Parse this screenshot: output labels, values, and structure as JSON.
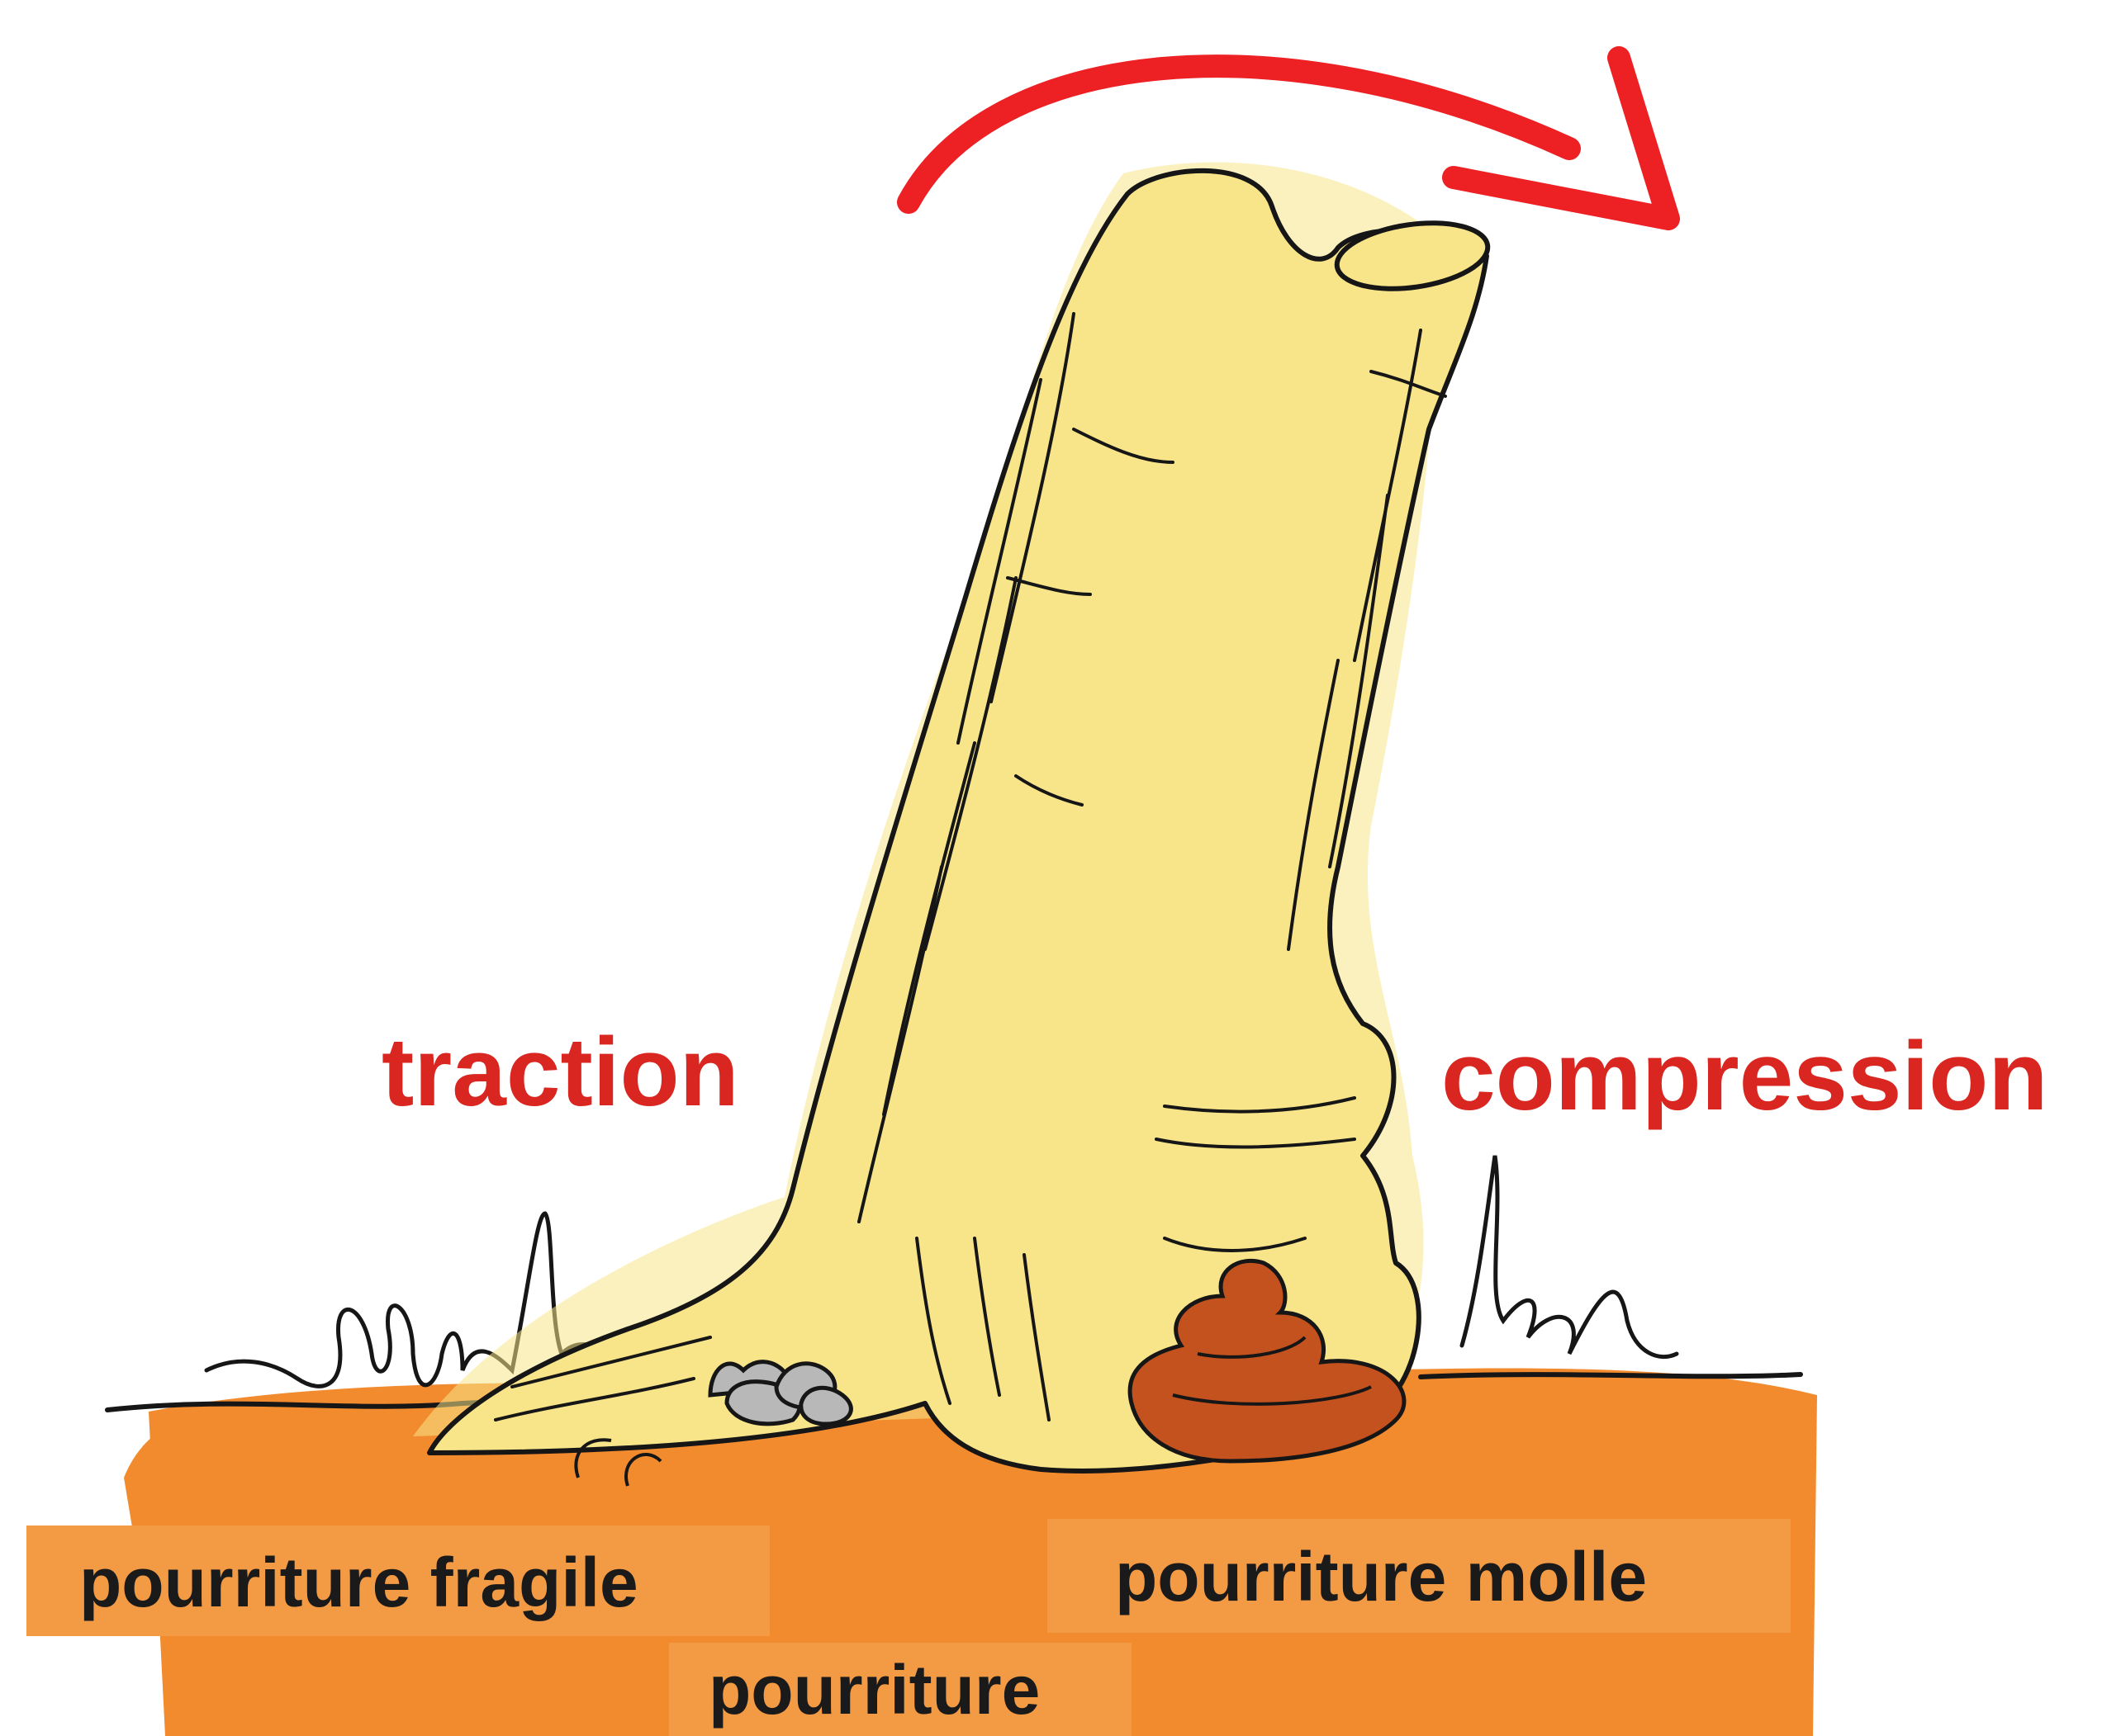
{
  "labels": {
    "traction": "traction",
    "compression": "compression",
    "fragile_rot": "pourriture fragile",
    "rot": "pourriture",
    "soft_rot": "pourriture molle"
  },
  "colors": {
    "arrow": "#ed2024",
    "label_text": "#d92620",
    "trunk_fill": "#f8e58a",
    "ground": "#f28a2e",
    "label_box": "#f39a45",
    "soft_rot": "#c4521e",
    "rock": "#b8b8b8",
    "outline": "#161616"
  },
  "icons": [
    "curved-arrow-icon",
    "grass-icon",
    "rock-icon",
    "soft-rot-icon"
  ]
}
